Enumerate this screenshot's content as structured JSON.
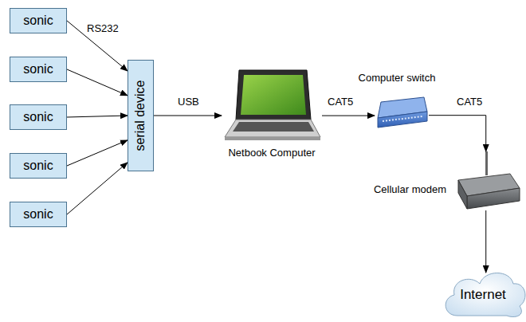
{
  "diagram": {
    "nodes": [
      {
        "text": [
          "sonic"
        ]
      },
      {
        "text": [
          "sonic"
        ]
      },
      {
        "text": [
          "sonic"
        ]
      },
      {
        "text": [
          "sonic"
        ]
      },
      {
        "text": [
          "sonic"
        ]
      },
      {
        "text": [
          "serial device"
        ]
      },
      {
        "text": [
          "Netbook Computer"
        ]
      },
      {
        "text": [
          "Computer switch"
        ]
      },
      {
        "text": [
          "Cellular modem"
        ]
      },
      {
        "text": [
          "Internet"
        ]
      }
    ],
    "edges": [
      {
        "from": 0,
        "to": 5,
        "arrow": "to",
        "label": "RS232"
      },
      {
        "from": 1,
        "to": 5,
        "arrow": "to"
      },
      {
        "from": 2,
        "to": 5,
        "arrow": "to"
      },
      {
        "from": 3,
        "to": 5,
        "arrow": "to"
      },
      {
        "from": 4,
        "to": 5,
        "arrow": "to"
      },
      {
        "from": 5,
        "to": 6,
        "arrow": "to",
        "label": "USB"
      },
      {
        "from": 6,
        "to": 7,
        "arrow": "to",
        "label": "CAT5"
      },
      {
        "from": 7,
        "to": 8,
        "arrow": "to",
        "label": "CAT5"
      },
      {
        "from": 8,
        "to": 9,
        "arrow": "to"
      }
    ]
  }
}
